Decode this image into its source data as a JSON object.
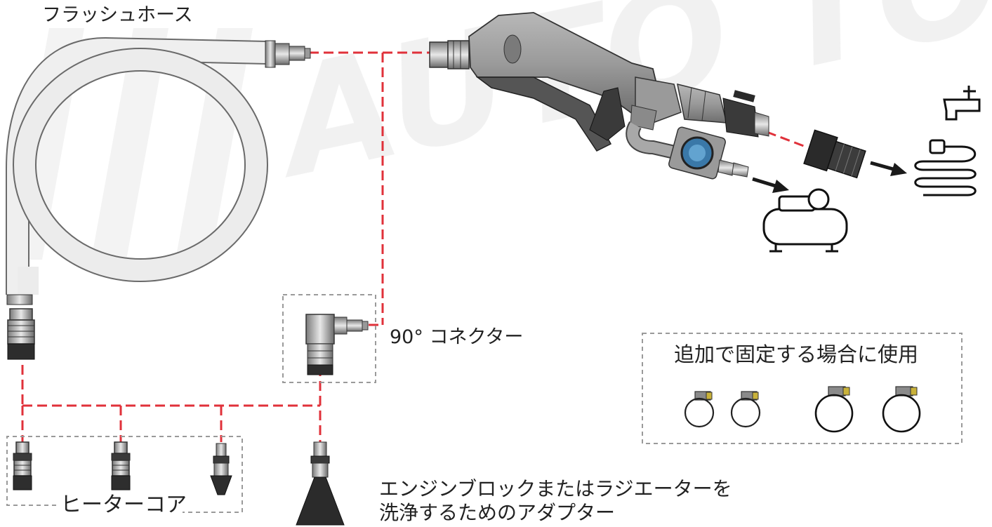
{
  "labels": {
    "flush_hose": "フラッシュホース",
    "elbow_connector": "90° コネクター",
    "extra_clamps": "追加で固定する場合に使用",
    "heater_core": "ヒーターコア",
    "engine_adapter_line1": "エンジンブロックまたはラジエーターを",
    "engine_adapter_line2": "洗浄するためのアダプター"
  },
  "watermark": "AUTO TOOL",
  "colors": {
    "connection_line": "#e0313a",
    "group_border": "#9a9a9a",
    "metal_light": "#d2d2d2",
    "metal_dark": "#3a3a3a",
    "gun_body": "#8f8f8f",
    "hose": "#e6e6e6"
  },
  "icons": {
    "water_source": "faucet-hose-icon",
    "air_source": "air-compressor-icon"
  }
}
